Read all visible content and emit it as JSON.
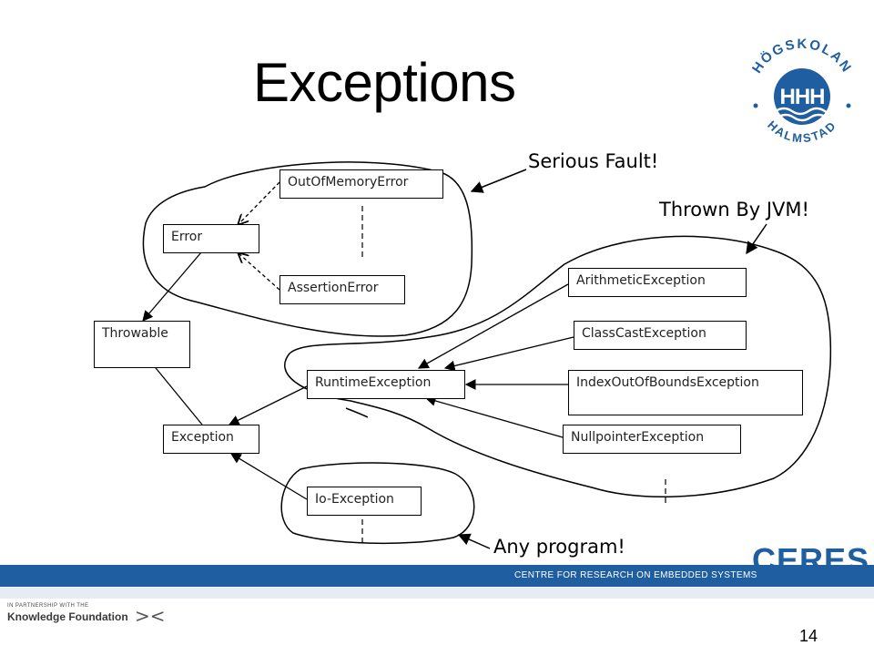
{
  "slide": {
    "title": "Exceptions",
    "page_number": "14"
  },
  "diagram": {
    "nodes": {
      "throwable": "Throwable",
      "error": "Error",
      "exception": "Exception",
      "out_of_memory_error": "OutOfMemoryError",
      "assertion_error": "AssertionError",
      "runtime_exception": "RuntimeException",
      "io_exception": "Io-Exception",
      "arithmetic_exception": "ArithmeticException",
      "class_cast_exception": "ClassCastException",
      "index_out_of_bounds_exception": "IndexOutOfBoundsException",
      "nullpointer_exception": "NullpointerException"
    },
    "annotations": {
      "serious_fault": "Serious Fault!",
      "thrown_by_jvm": "Thrown By JVM!",
      "any_program": "Any program!"
    }
  },
  "footer": {
    "banner_text": "CENTRE FOR RESEARCH ON EMBEDDED SYSTEMS",
    "ceres_logo": "CERES",
    "partner_small": "IN PARTNERSHIP WITH THE",
    "partner_name": "Knowledge Foundation",
    "partner_mark": "><"
  },
  "logo": {
    "top_text": "HÖGSKOLAN",
    "bottom_text": "HALMSTAD",
    "emblem": "HHH"
  },
  "colors": {
    "banner": "#1f5ea0",
    "ceres": "#1f5ea0",
    "logo": "#1f5ea0"
  }
}
